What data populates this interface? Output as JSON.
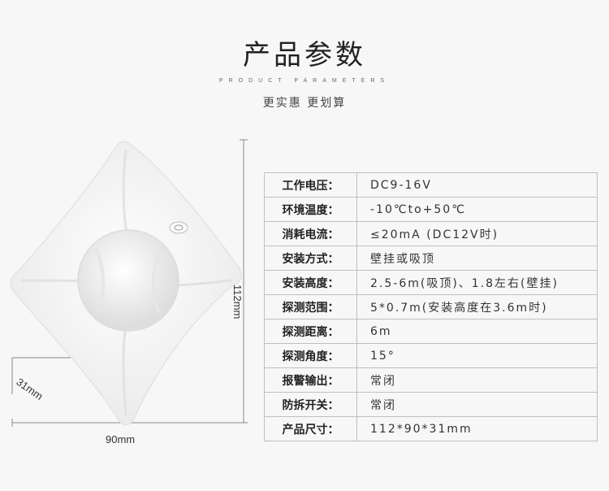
{
  "header": {
    "title": "产品参数",
    "subtitle": "PRODUCT PARAMETERS",
    "tagline": "更实惠 更划算"
  },
  "dimensions": {
    "width": "90mm",
    "height": "112mm",
    "depth": "31mm"
  },
  "specs": [
    {
      "label": "工作电压：",
      "value": "DC9-16V"
    },
    {
      "label": "环境温度：",
      "value": "-10℃to+50℃"
    },
    {
      "label": "消耗电流：",
      "value": "≤20mA (DC12V时)"
    },
    {
      "label": "安装方式：",
      "value": "壁挂或吸顶"
    },
    {
      "label": "安装高度：",
      "value": "2.5-6m(吸顶)、1.8左右(壁挂)"
    },
    {
      "label": "探测范围：",
      "value": "5*0.7m(安装高度在3.6m时)"
    },
    {
      "label": "探测距离：",
      "value": "6m"
    },
    {
      "label": "探测角度：",
      "value": "15°"
    },
    {
      "label": "报警输出：",
      "value": "常闭"
    },
    {
      "label": "防拆开关：",
      "value": "常闭"
    },
    {
      "label": "产品尺寸：",
      "value": "112*90*31mm"
    }
  ],
  "colors": {
    "background": "#f7f7f7",
    "border": "#bfbfbf"
  }
}
